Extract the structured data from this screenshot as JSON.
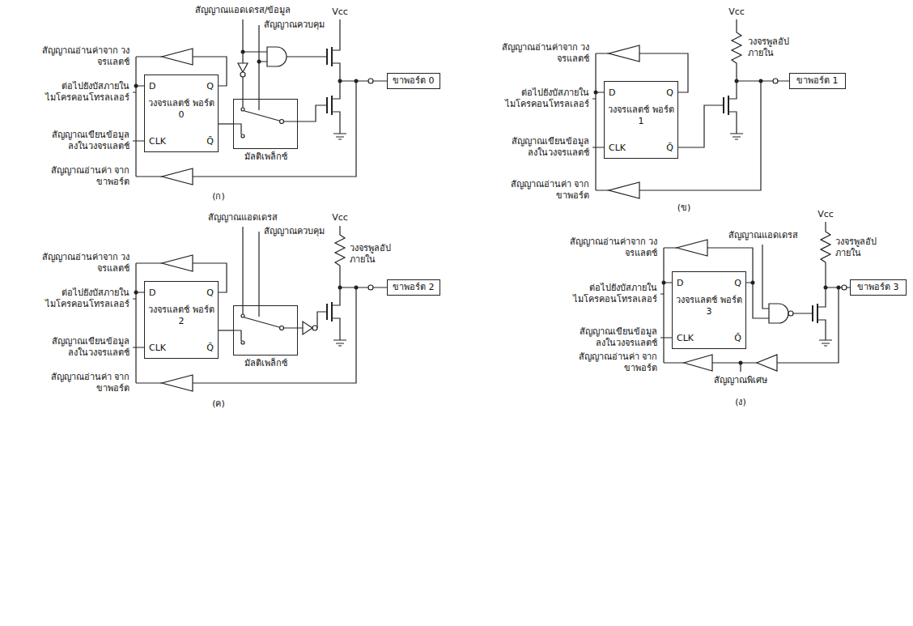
{
  "diagram": {
    "nodes": [
      {
        "text": [
          "D",
          "Q",
          "วงจรแลตช์ พอร์ต 0",
          "CLK",
          "Q̄"
        ]
      },
      {
        "text": [
          "มัลติเพล็กซ์"
        ]
      },
      {
        "text": [
          "ขาพอร์ต 0"
        ]
      },
      {
        "text": [
          "D",
          "Q",
          "วงจรแลตช์ พอร์ต 1",
          "CLK",
          "Q̄"
        ]
      },
      {
        "text": [
          "ขาพอร์ต 1"
        ]
      },
      {
        "text": [
          "D",
          "Q",
          "วงจรแลตช์ พอร์ต 2",
          "CLK",
          "Q̄"
        ]
      },
      {
        "text": [
          "มัลติเพล็กซ์"
        ]
      },
      {
        "text": [
          "ขาพอร์ต 2"
        ]
      },
      {
        "text": [
          "D",
          "Q",
          "วงจรแลตช์ พอร์ต 3",
          "CLK",
          "Q̄"
        ]
      },
      {
        "text": [
          "ขาพอร์ต 3"
        ]
      }
    ],
    "edges": [
      {
        "from": 0,
        "to": 1,
        "arrow": "none"
      },
      {
        "from": 5,
        "to": 6,
        "arrow": "none"
      }
    ],
    "labels": [
      "สัญญาณแอดเดรส/ข้อมูล",
      "Vcc",
      "สัญญาณควบคุม",
      "สัญญาณอ่านค่าจาก วงจรแลตช์",
      "ต่อไปยังบัสภายใน ไมโครคอนโทรลเลอร์",
      "สัญญาณเขียนข้อมูล ลงในวงจรแลตช์",
      "สัญญาณอ่านค่า จากขาพอร์ต",
      "(ก)",
      "Vcc",
      "สัญญาณอ่านค่าจาก วงจรแลตช์",
      "วงจรพูลอัป ภายใน",
      "ต่อไปยังบัสภายใน ไมโครคอนโทรลเลอร์",
      "สัญญาณเขียนข้อมูล ลงในวงจรแลตช์",
      "สัญญาณอ่านค่า จากขาพอร์ต",
      "(ข)",
      "สัญญาณแอดเดรส",
      "Vcc",
      "สัญญาณควบคุม",
      "สัญญาณอ่านค่าจาก วงจรแลตช์",
      "วงจรพูลอัป ภายใน",
      "ต่อไปยังบัสภายใน ไมโครคอนโทรลเลอร์",
      "สัญญาณเขียนข้อมูล ลงในวงจรแลตช์",
      "สัญญาณอ่านค่า จากขาพอร์ต",
      "(ค)",
      "Vcc",
      "สัญญาณแอดเดรส",
      "วงจรพูลอัป ภายใน",
      "สัญญาณอ่านค่าจาก วงจรแลตช์",
      "ต่อไปยังบัสภายใน ไมโครคอนโทรลเลอร์",
      "สัญญาณเขียนข้อมูล ลงในวงจรแลตช์",
      "สัญญาณอ่านค่า จากขาพอร์ต",
      "สัญญาณพิเศษ",
      "(ง)"
    ]
  }
}
